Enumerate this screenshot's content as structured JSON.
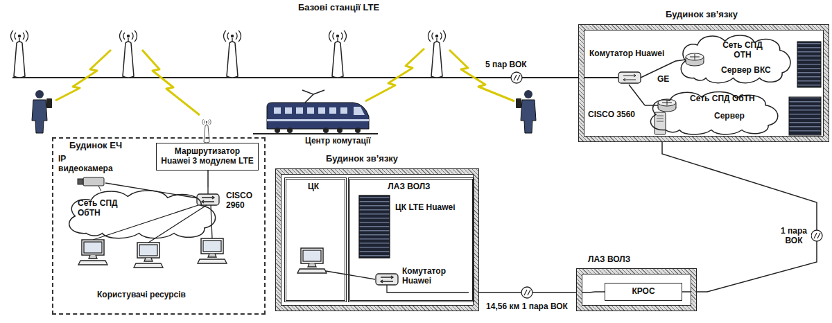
{
  "diagram": {
    "nodes": [
      {
        "text": [
          "Будинок зв’язку"
        ]
      },
      {
        "text": [
          "Комутатор Huawei"
        ],
        "in": 0
      },
      {
        "text": [
          "Сеть СПД ОТН",
          "Сервер ВКС"
        ],
        "in": 0
      },
      {
        "text": [
          "CISCO 3560",
          "Сеть СПД ОбТН",
          "Сервер"
        ],
        "in": 0
      },
      {
        "text": [
          "Будинок ЕЧ"
        ]
      },
      {
        "text": [
          "Маршрутизатор Huawei 3 модулем LTE"
        ],
        "in": 4
      },
      {
        "text": [
          "CISCO 2960",
          "Сеть СПД ОбТН"
        ],
        "in": 4
      },
      {
        "text": [
          "Будинок зв’язку"
        ]
      },
      {
        "text": [
          "ЦК"
        ],
        "in": 7
      },
      {
        "text": [
          "ЛАЗ ВОЛЗ",
          "ЦК LTE Huawei",
          "Комутатор Huawei"
        ],
        "in": 7
      },
      {
        "text": [
          "ЛАЗ ВОЛЗ"
        ]
      },
      {
        "text": [
          "КРОС"
        ],
        "in": 10
      }
    ],
    "edges": [
      {
        "from": 1,
        "to": 2,
        "arrow": "none",
        "label": "GE"
      },
      {
        "from": 1,
        "to": 3,
        "arrow": "none"
      },
      {
        "from": 5,
        "to": 6,
        "arrow": "none"
      },
      {
        "from": 9,
        "to": 11,
        "arrow": "none",
        "label": "14,56 км 1 пара ВОК"
      },
      {
        "from": 11,
        "to": 3,
        "arrow": "none",
        "label": "1 пара ВОК"
      }
    ],
    "labels": [
      "Базові станції LTE",
      "5 пар ВОК",
      "Центр комутації",
      "IP видеокамера",
      "Користувачі ресурсів"
    ]
  }
}
